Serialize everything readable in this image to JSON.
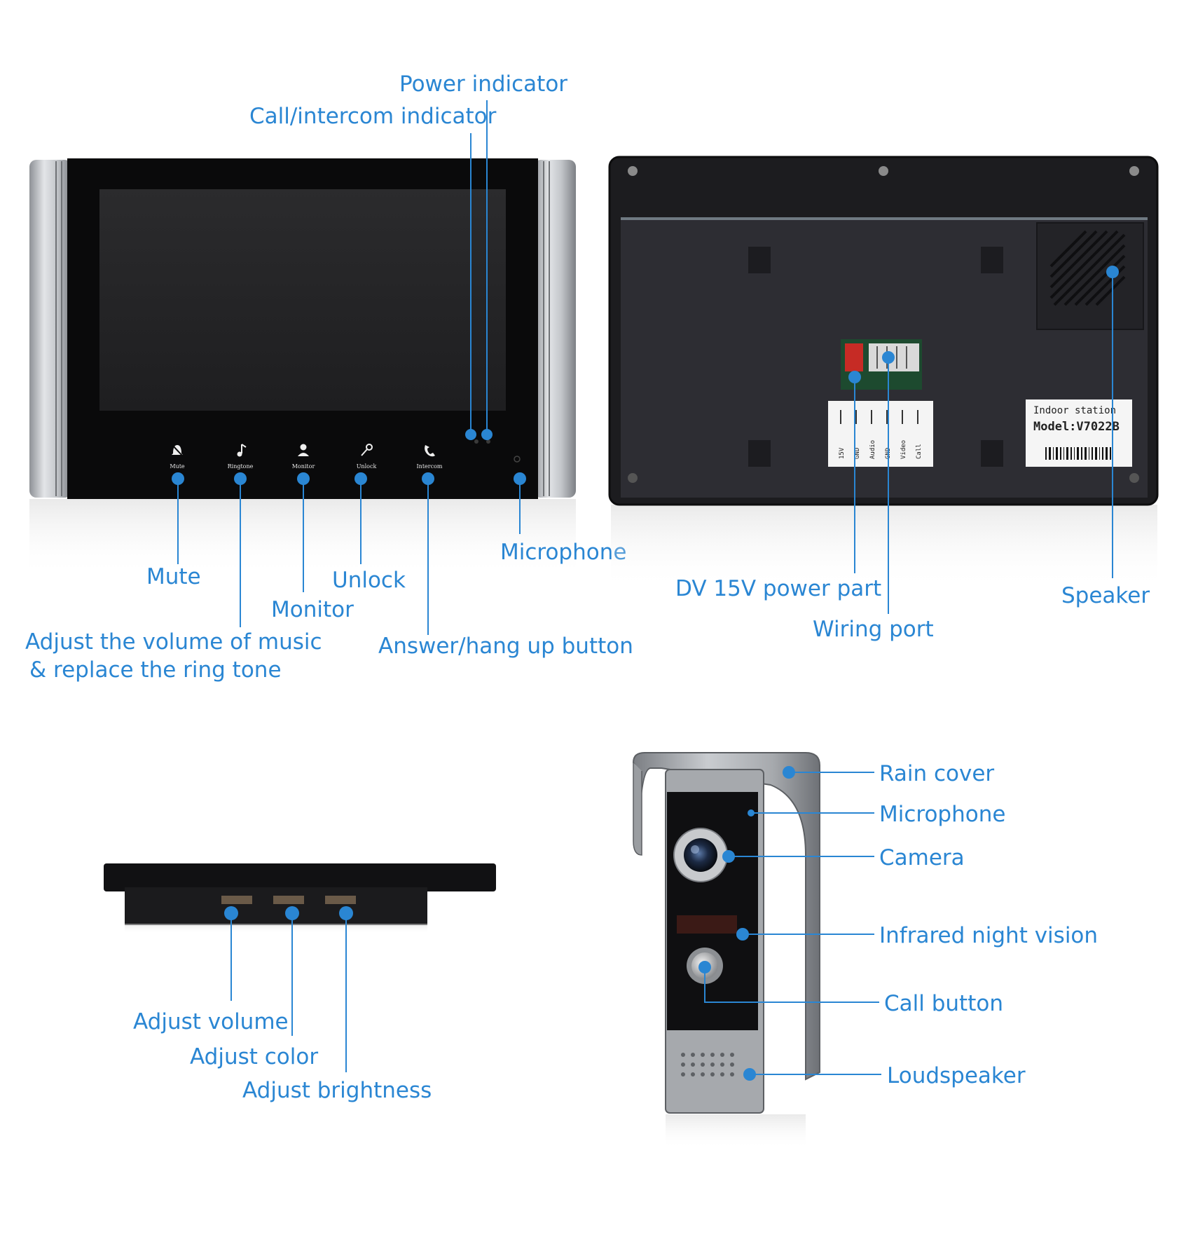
{
  "colors": {
    "accent": "#2a86d3",
    "device_black": "#0b0b0b",
    "device_silver": "#b9bcc0",
    "back_panel": "#2b2b30"
  },
  "front_monitor": {
    "buttons": [
      {
        "label": "Mute",
        "icon": "bell-off-icon"
      },
      {
        "label": "Ringtone",
        "icon": "music-note-icon"
      },
      {
        "label": "Monitor",
        "icon": "user-icon"
      },
      {
        "label": "Unlock",
        "icon": "key-icon"
      },
      {
        "label": "Intercom",
        "icon": "phone-icon"
      }
    ],
    "callouts": {
      "power_indicator": "Power indicator",
      "call_indicator": "Call/intercom indicator",
      "mute": "Mute",
      "volume_line1": "Adjust the volume of music",
      "volume_line2": "& replace the ring tone",
      "monitor": "Monitor",
      "unlock": "Unlock",
      "answer": "Answer/hang up button",
      "microphone": "Microphone"
    }
  },
  "back_monitor": {
    "sticker_line1": "Indoor station",
    "sticker_line2": "Model:V7022B",
    "terminal_labels": [
      "15V",
      "GND",
      "Audio",
      "GND",
      "Video",
      "Call"
    ],
    "callouts": {
      "power_port": "DV 15V power part",
      "wiring_port": "Wiring port",
      "speaker": "Speaker"
    }
  },
  "side_monitor": {
    "callouts": {
      "volume": "Adjust volume",
      "color": "Adjust color",
      "brightness": "Adjust brightness"
    }
  },
  "door_camera": {
    "callouts": {
      "rain_cover": "Rain cover",
      "microphone": "Microphone",
      "camera": "Camera",
      "infrared": "Infrared night vision",
      "call_button": "Call button",
      "loudspeaker": "Loudspeaker"
    }
  }
}
